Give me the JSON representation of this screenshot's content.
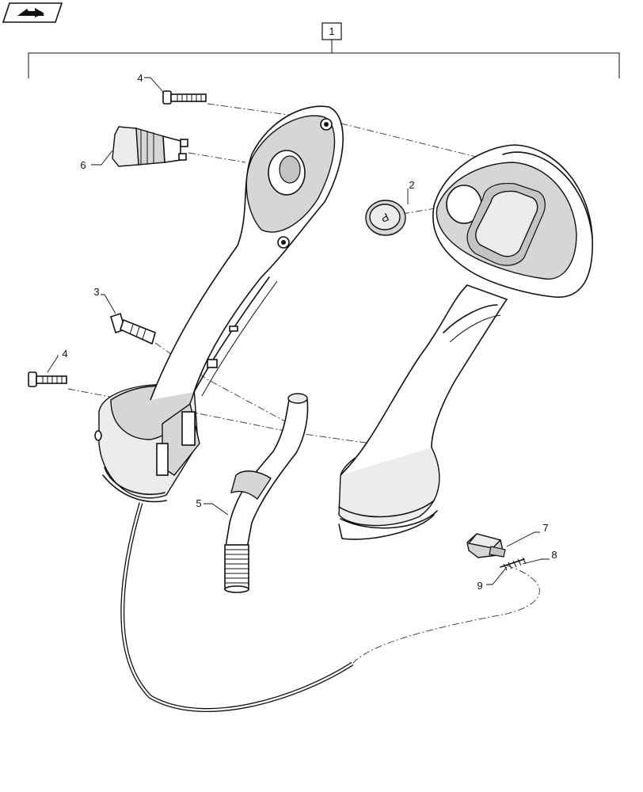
{
  "nav_icon": {
    "name": "back-arrow-icon"
  },
  "callouts": {
    "assembly": "1",
    "knob_cap": "2",
    "screw_short": "3",
    "screw_top": "4",
    "screw_bottom": "4",
    "shaft": "5",
    "switch": "6",
    "connector": "7",
    "terminals": "8",
    "seal": "9"
  },
  "button_glyph": "P"
}
